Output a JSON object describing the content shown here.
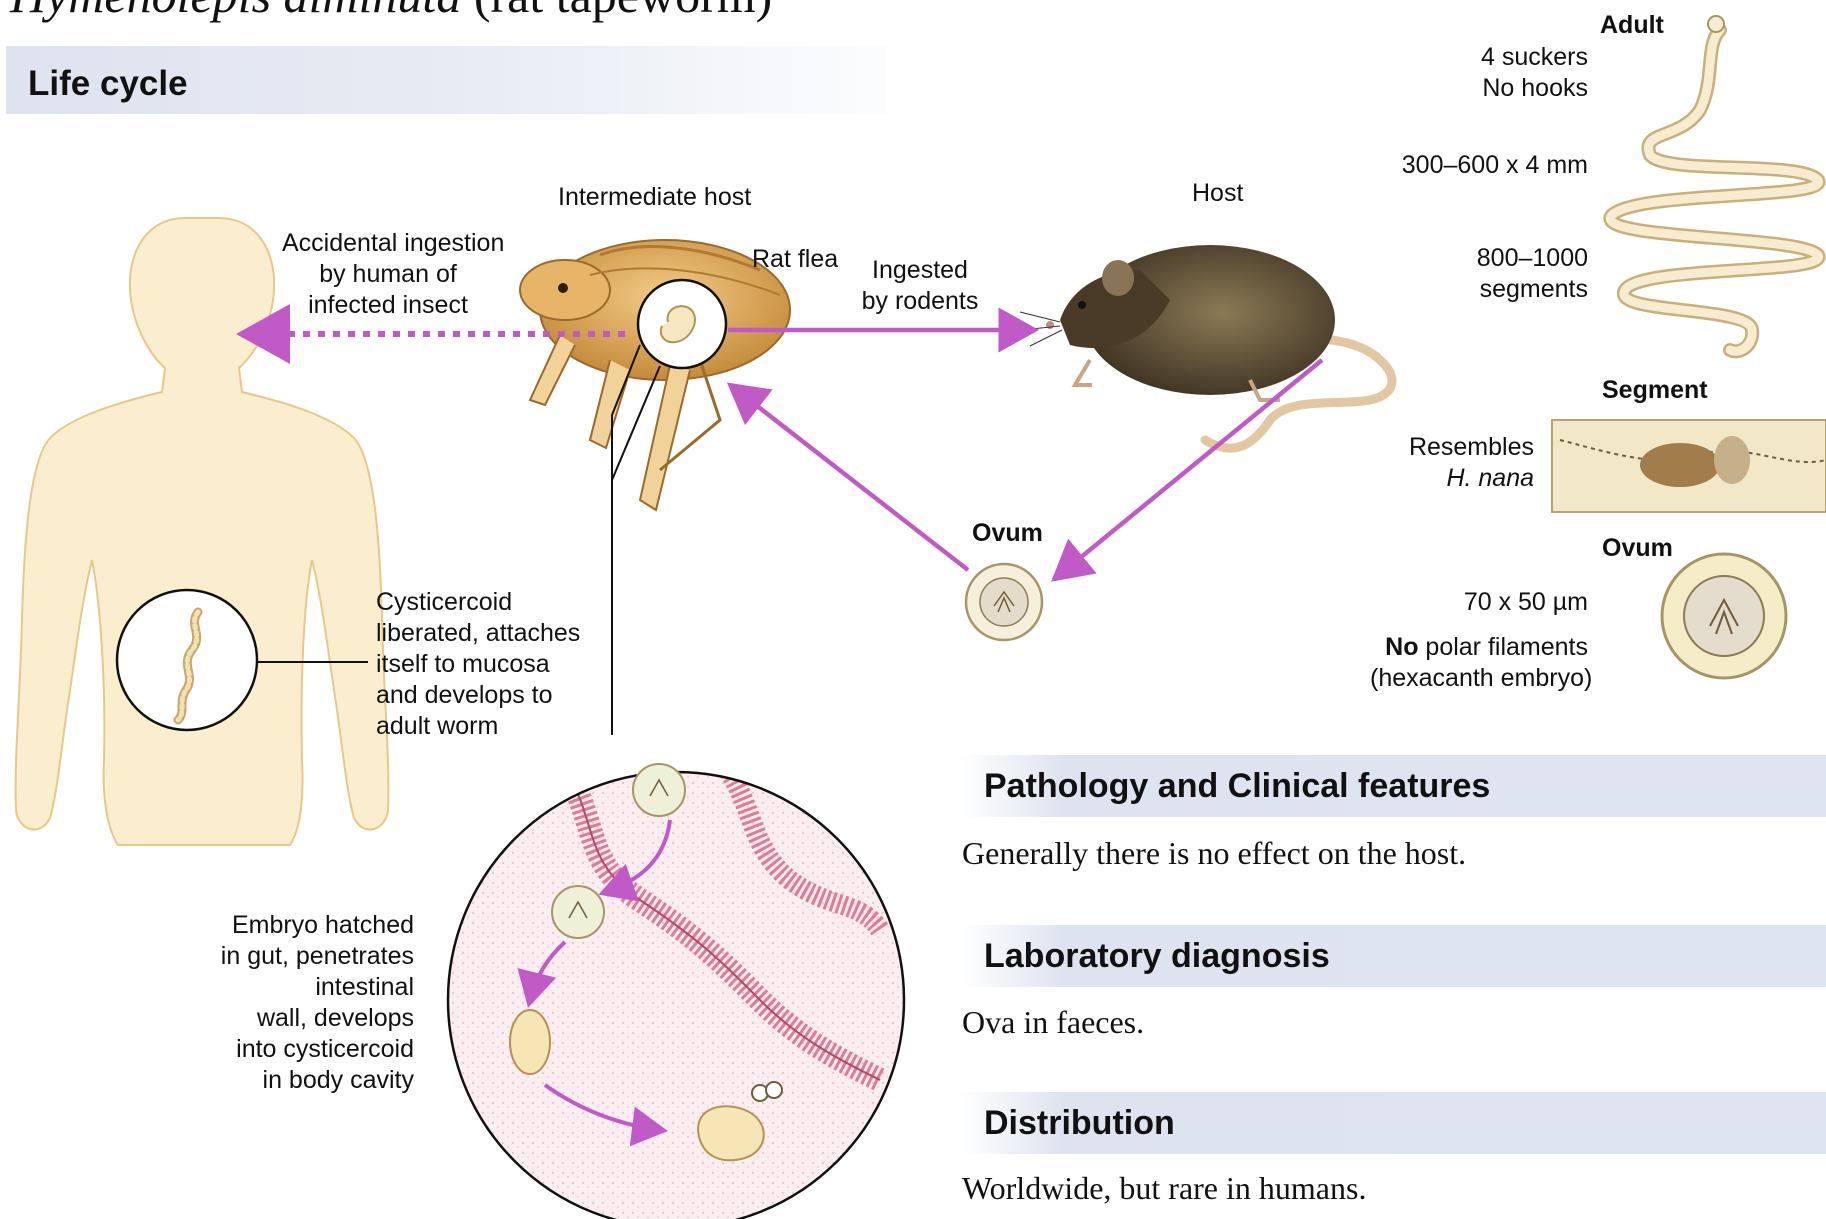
{
  "page": {
    "title_italic": "Hymenolepis diminuta",
    "title_rest": " (rat tapeworm)"
  },
  "life_cycle": {
    "title": "Life cycle",
    "intermediate_host_label": "Intermediate host",
    "rat_flea_label": "Rat flea",
    "host_label": "Host",
    "accidental_ingestion": [
      "Accidental ingestion",
      "by human of",
      "infected insect"
    ],
    "ingested_by_rodents": [
      "Ingested",
      "by rodents"
    ],
    "ovum_label": "Ovum",
    "cysticercoid_text": [
      "Cysticercoid",
      "liberated, attaches",
      "itself to mucosa",
      "and develops to",
      "adult worm"
    ],
    "embryo_text": [
      "Embryo hatched",
      "in gut, penetrates",
      "intestinal",
      "wall, develops",
      "into cysticercoid",
      "in body cavity"
    ]
  },
  "morphology": {
    "adult_title": "Adult",
    "adult_suckers": [
      "4 suckers",
      "No hooks"
    ],
    "adult_size": "300–600 x 4 mm",
    "adult_segments": [
      "800–1000",
      "segments"
    ],
    "segment_title": "Segment",
    "segment_note_1": "Resembles",
    "segment_note_2": "H. nana",
    "ovum_title": "Ovum",
    "ovum_size": "70 x 50 µm",
    "ovum_note_bold": "No",
    "ovum_note_rest": " polar filaments",
    "ovum_note_2": "(hexacanth embryo)"
  },
  "sections": [
    {
      "title": "Pathology and Clinical features",
      "text": "Generally there is no effect on the host."
    },
    {
      "title": "Laboratory diagnosis",
      "text": "Ova in faeces."
    },
    {
      "title": "Distribution",
      "text": "Worldwide, but rare in humans."
    }
  ],
  "colors": {
    "arrow": "#c05ac6",
    "body_fill": "#fbeecf",
    "body_stroke": "#e6c98a",
    "rat": "#5a4a32",
    "flea": "#d9a24f",
    "banner": "#dde3ef",
    "tissue": "#f6e6ea",
    "intestine_wall": "#e07a95"
  }
}
